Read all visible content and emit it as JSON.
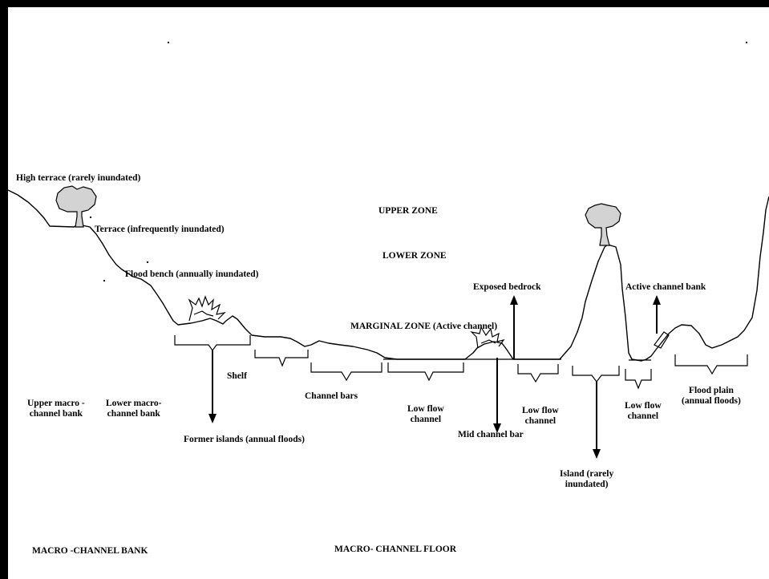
{
  "labels": {
    "high_terrace": "High terrace (rarely inundated)",
    "terrace": "Terrace (infrequently inundated)",
    "flood_bench": "Flood bench (annually inundated)",
    "upper_zone": "UPPER ZONE",
    "lower_zone": "LOWER ZONE",
    "marginal_zone": "MARGINAL ZONE  (Active channel)",
    "exposed_bedrock": "Exposed bedrock",
    "active_channel_bank": "Active channel bank",
    "shelf": "Shelf",
    "upper_macro_bank_l1": "Upper macro -",
    "upper_macro_bank_l2": "channel bank",
    "lower_macro_bank_l1": "Lower macro-",
    "lower_macro_bank_l2": "channel bank",
    "channel_bars": "Channel bars",
    "low_flow_1_l1": "Low flow",
    "low_flow_1_l2": "channel",
    "low_flow_2_l1": "Low flow",
    "low_flow_2_l2": "channel",
    "low_flow_3_l1": "Low flow",
    "low_flow_3_l2": "channel",
    "flood_plain_l1": "Flood plain",
    "flood_plain_l2": "(annual floods)",
    "former_islands": "Former islands (annual floods)",
    "mid_channel_bar": "Mid channel bar",
    "island_l1": "Island (rarely",
    "island_l2": "inundated)",
    "macro_channel_bank": "MACRO -CHANNEL BANK",
    "macro_channel_floor": "MACRO- CHANNEL FLOOR"
  }
}
